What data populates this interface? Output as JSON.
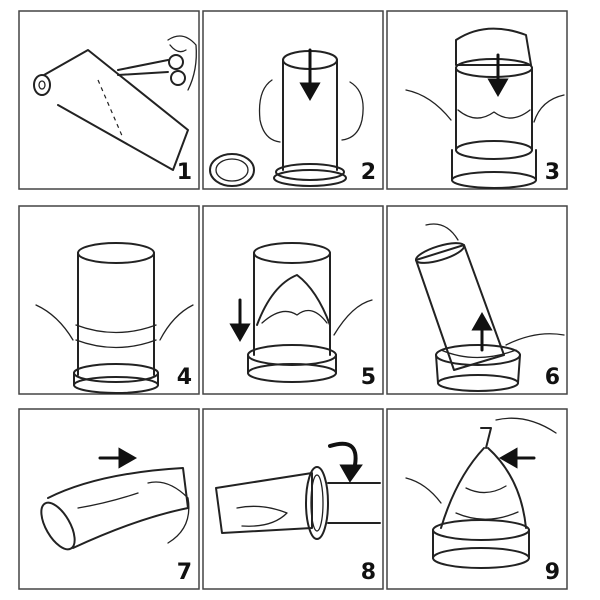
{
  "steps": [
    {
      "number": "1",
      "icon": "paper-roll-scissors-icon"
    },
    {
      "number": "2",
      "icon": "cylinder-down-arrow-icon"
    },
    {
      "number": "3",
      "icon": "bag-over-cylinder-icon"
    },
    {
      "number": "4",
      "icon": "ring-on-cylinder-icon"
    },
    {
      "number": "5",
      "icon": "bag-tucked-ring-icon"
    },
    {
      "number": "6",
      "icon": "lift-cylinder-icon"
    },
    {
      "number": "7",
      "icon": "push-bag-icon"
    },
    {
      "number": "8",
      "icon": "rotate-ring-icon"
    },
    {
      "number": "9",
      "icon": "twist-bag-icon"
    }
  ],
  "colors": {
    "line": "#222222",
    "border": "#444444",
    "background": "#ffffff"
  }
}
